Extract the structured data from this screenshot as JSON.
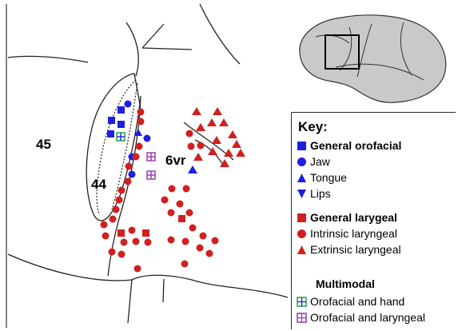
{
  "areas": {
    "a45": "45",
    "a44": "44",
    "a6vr": "6vr"
  },
  "colors": {
    "orofacial": "#1f1fe0",
    "laryngeal": "#d02020",
    "hand_green": "#2fa84f",
    "purple": "#9a3fb3",
    "line": "#222222"
  },
  "key": {
    "title": "Key:",
    "general_orofacial": "General orofacial",
    "jaw": "Jaw",
    "tongue": "Tongue",
    "lips": "Lips",
    "general_laryngeal": "General larygeal",
    "intrinsic_laryngeal": "Intrinsic laryngeal",
    "extrinsic_laryngeal": "Extrinsic laryngeal",
    "multimodal": "Multimodal",
    "orofacial_and_hand": "Orofacial and hand",
    "orofacial_and_laryngeal": "Orofacial and laryngeal"
  },
  "brain_thumbnail": {
    "icon": "monkey-brain-icon",
    "highlight": "region-box"
  }
}
